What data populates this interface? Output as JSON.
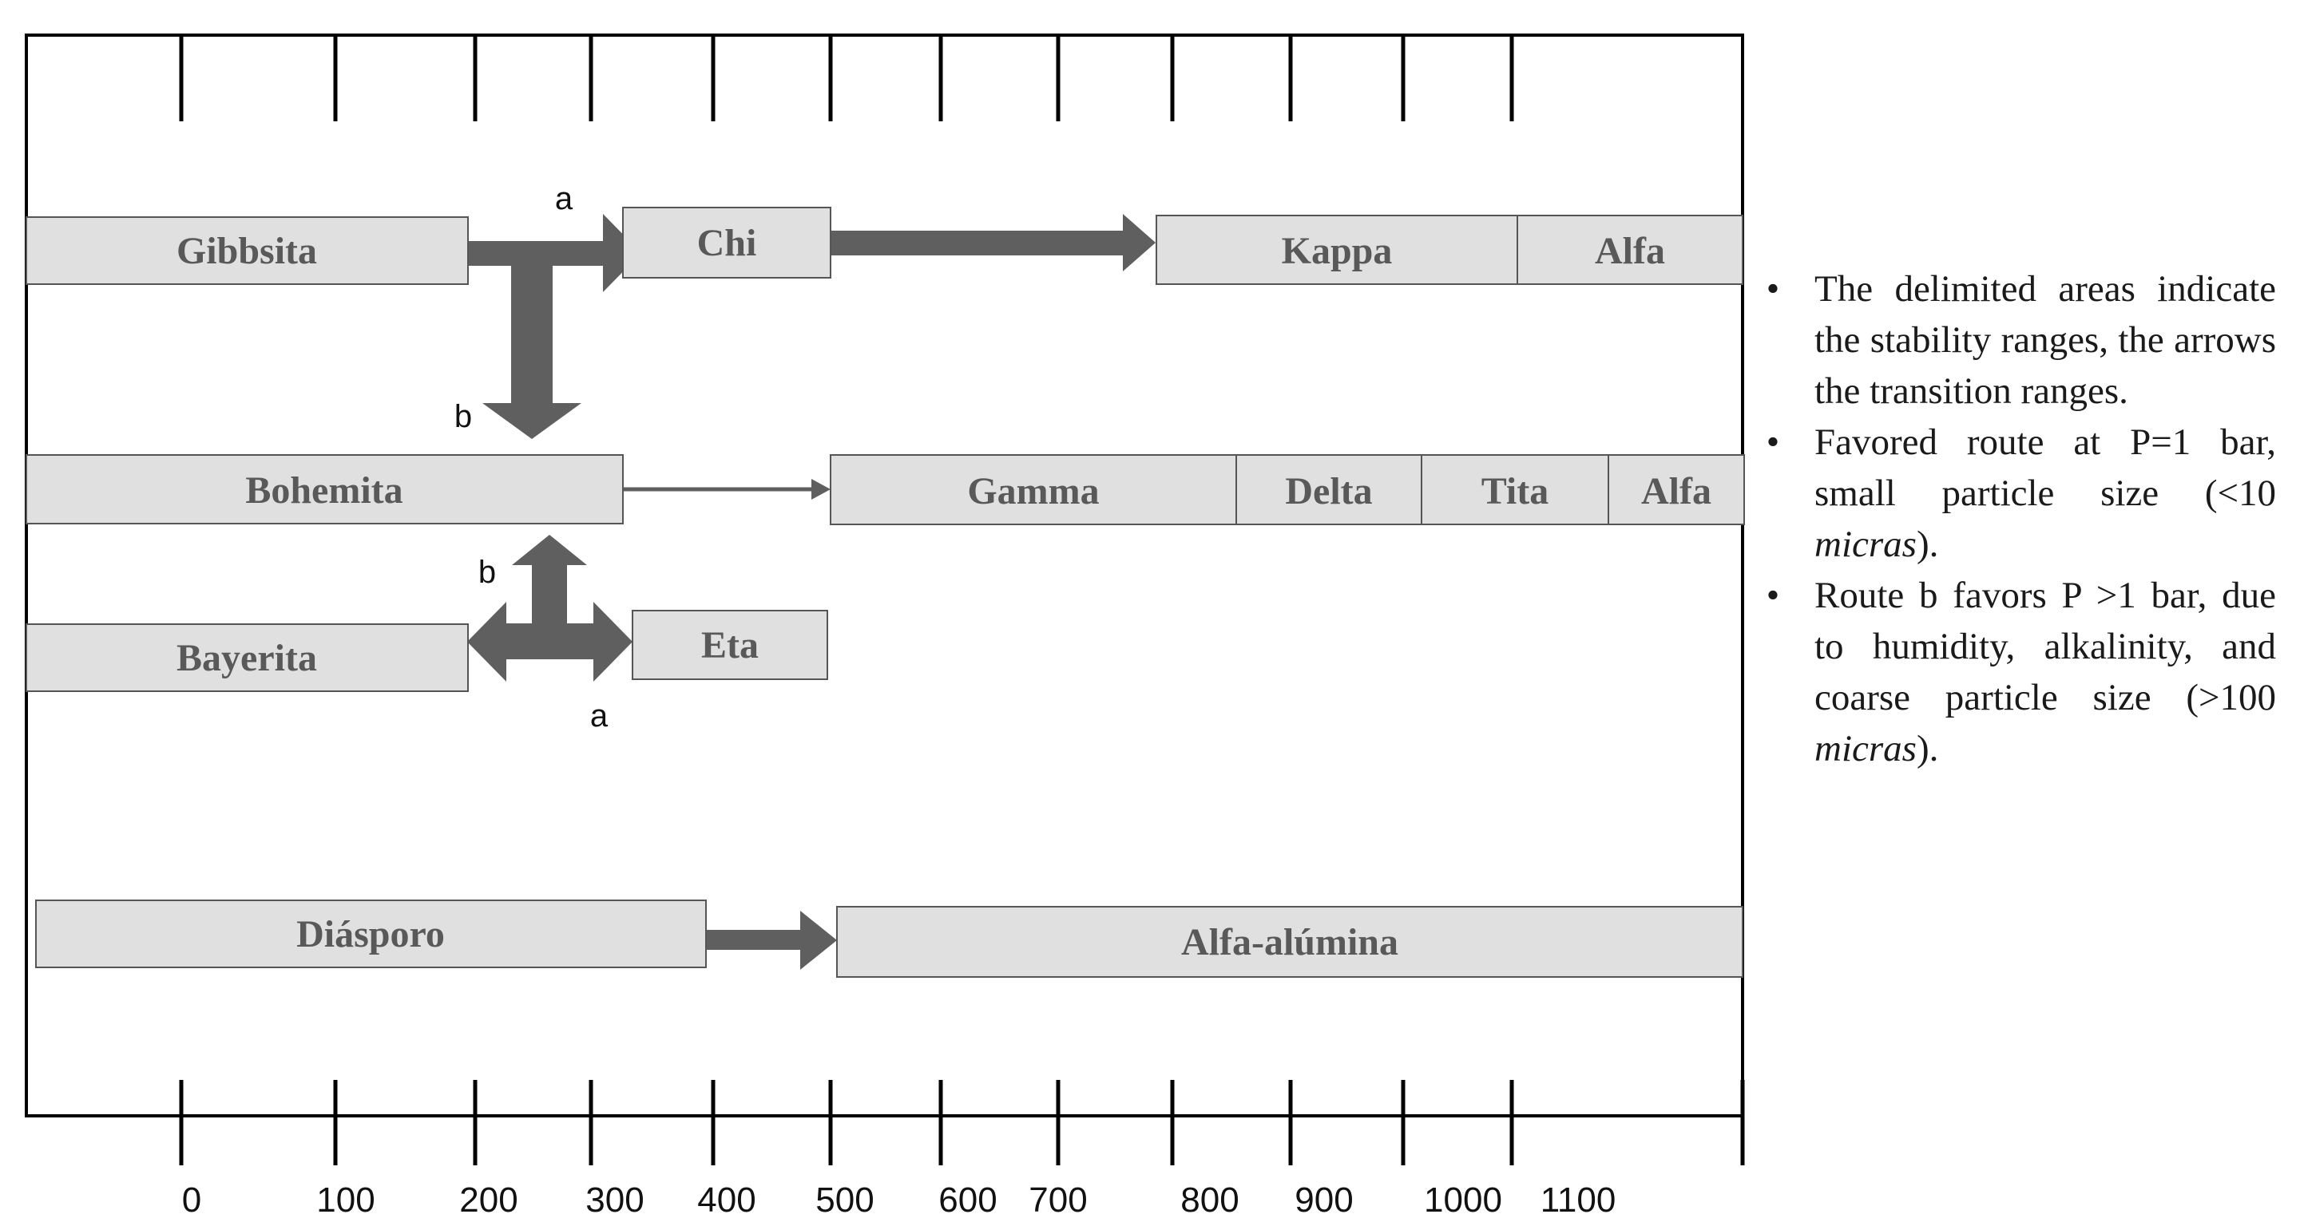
{
  "diagram": {
    "x_axis": {
      "tick_labels": [
        "0",
        "100",
        "200",
        "300",
        "400",
        "500",
        "600",
        "700",
        "800",
        "900",
        "1000",
        "1100"
      ]
    },
    "phases": {
      "gibbsita": "Gibbsita",
      "chi": "Chi",
      "kappa": "Kappa",
      "alfa_row1": "Alfa",
      "bohemita": "Bohemita",
      "gamma": "Gamma",
      "delta": "Delta",
      "tita": "Tita",
      "alfa_row2": "Alfa",
      "bayerita": "Bayerita",
      "eta": "Eta",
      "diasporo": "Diásporo",
      "alfa_alumina": "Alfa-alúmina"
    },
    "route_labels": {
      "gibbsita_to_chi": "a",
      "gibbsita_to_bohemita": "b",
      "bayerita_to_bohemita": "b",
      "bayerita_to_eta": "a"
    },
    "colors": {
      "box_fill": "#e0e0e0",
      "box_stroke": "#555555",
      "box_text": "#595959",
      "arrow": "#5f5f5f",
      "frame": "#000000"
    }
  },
  "notes": [
    {
      "text": "The delimited areas indicate the stability ranges, the arrows the transition ranges.",
      "tail": ""
    },
    {
      "text": "Favored route at P=1 bar, small particle size (<10 ",
      "italic": "micras",
      "tail": ")."
    },
    {
      "text": "Route b favors P >1 bar, due to humidity, alkalinity, and coarse particle size (>100 ",
      "italic": "micras",
      "tail": ")."
    }
  ]
}
